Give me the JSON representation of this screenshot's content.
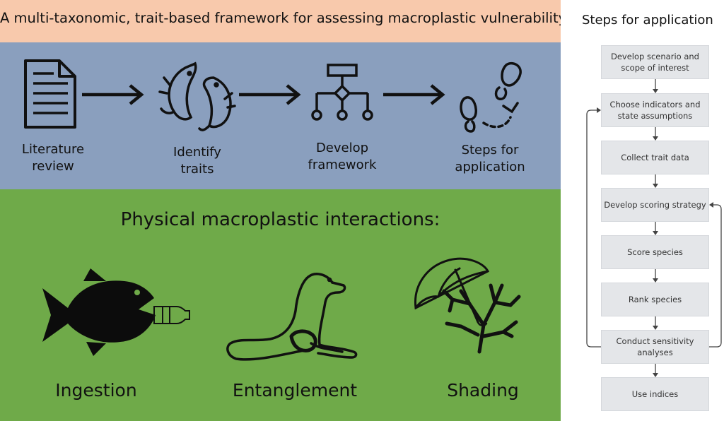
{
  "title": "A multi-taxonomic, trait-based framework for assessing macroplastic vulnerability",
  "process_steps": [
    {
      "label": "Literature\nreview",
      "icon": "document-icon"
    },
    {
      "label": "Identify\ntraits",
      "icon": "fish-pair-icon"
    },
    {
      "label": "Develop\nframework",
      "icon": "hierarchy-icon"
    },
    {
      "label": "Steps for\napplication",
      "icon": "footprints-icon"
    }
  ],
  "interactions_heading": "Physical macroplastic interactions:",
  "interactions": [
    {
      "label": "Ingestion",
      "icon": "fish-eating-bottle-icon"
    },
    {
      "label": "Entanglement",
      "icon": "entangled-seal-icon"
    },
    {
      "label": "Shading",
      "icon": "umbrella-coral-icon"
    }
  ],
  "steps_heading": "Steps for application",
  "flow_steps": [
    "Develop scenario and\nscope of interest",
    "Choose indicators and\nstate assumptions",
    "Collect trait data",
    "Develop scoring strategy",
    "Score species",
    "Rank species",
    "Conduct sensitivity\nanalyses",
    "Use indices"
  ],
  "colors": {
    "title_band": "#f8c9ac",
    "process_band": "#8a9fbe",
    "interaction_band": "#6faa49",
    "flow_box": "#e4e6e9"
  }
}
